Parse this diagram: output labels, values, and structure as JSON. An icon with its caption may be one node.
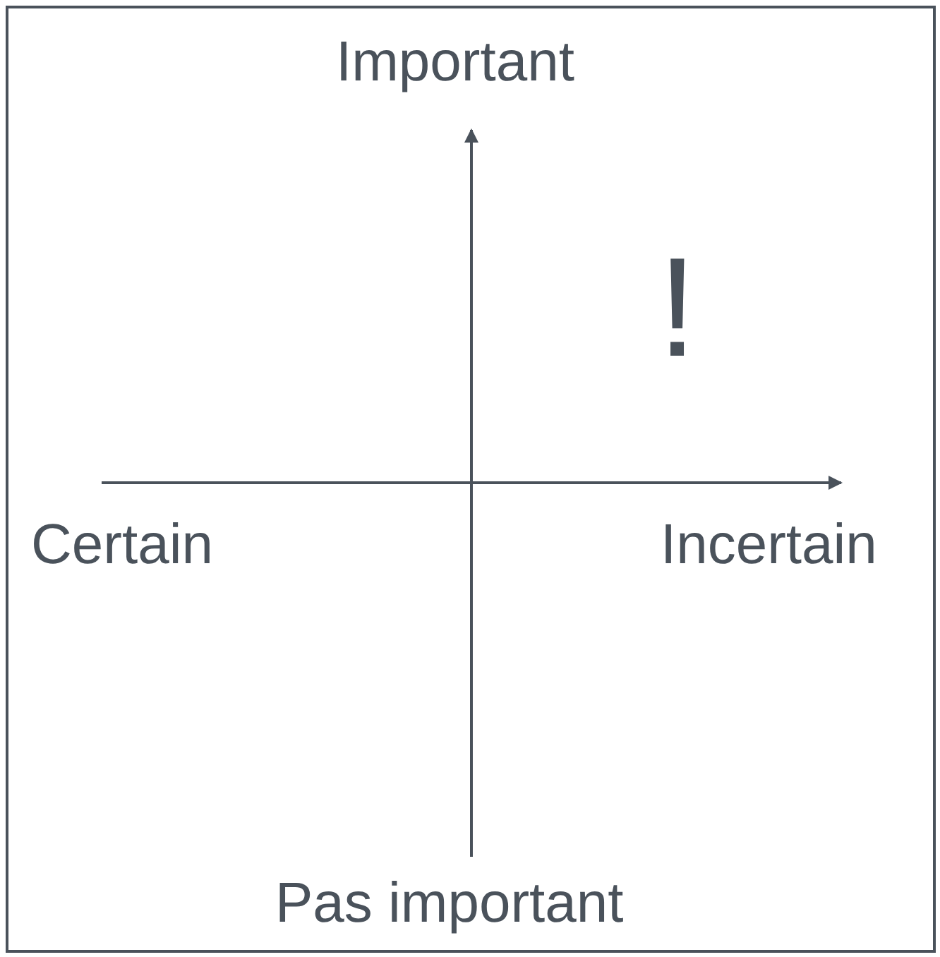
{
  "diagram": {
    "labels": [
      "Important",
      "!",
      "Certain",
      "Incertain",
      "Pas important"
    ]
  }
}
